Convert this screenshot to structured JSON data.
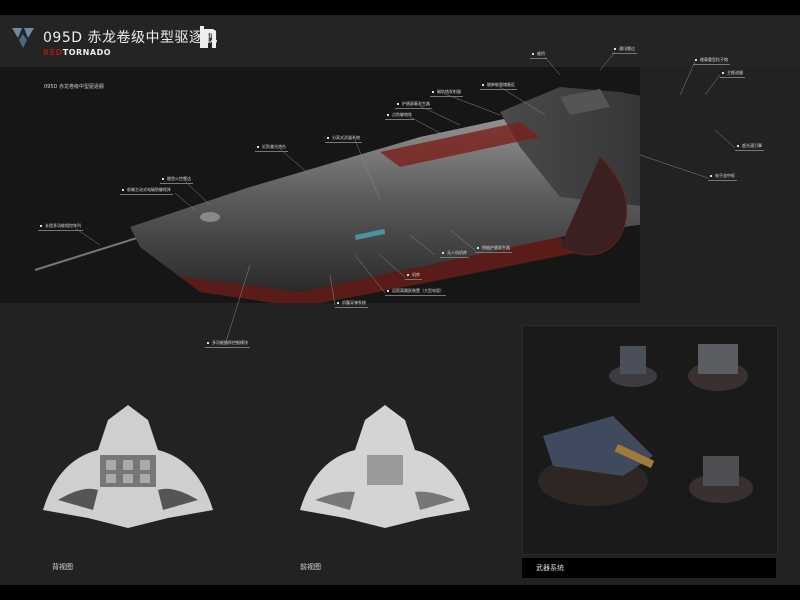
{
  "header": {
    "title": "095D 赤龙卷级中型驱逐舰",
    "brand_red": "RED",
    "brand_white": "TORNADO"
  },
  "hero": {
    "subtitle": "095D 赤龙卷级中型驱逐舰",
    "callouts": [
      "舰桥",
      "通讯雷达",
      "舰载重型粒子炮",
      "主推进器",
      "超光速引擎",
      "电子战中枢",
      "侧舷护盾发生器",
      "无人机机库",
      "机库",
      "远距离跳跃装置（大型电容）",
      "机腹导弹系统",
      "多功能指挥控制模块",
      "长程多功能相控阵列",
      "前端主动式电磁防御矩阵",
      "舰首火控雷达",
      "近防激光炮台",
      "分离式武器系统",
      "点防御炮阵",
      "护盾屏蔽发生器",
      "磁轨炮发射器",
      "舰舯能量储备区"
    ]
  },
  "views": {
    "back": "背视图",
    "front": "前视图",
    "weapons": "武器系统"
  },
  "colors": {
    "accent_red": "#a01818",
    "hull_red": "#7a1f1a"
  }
}
